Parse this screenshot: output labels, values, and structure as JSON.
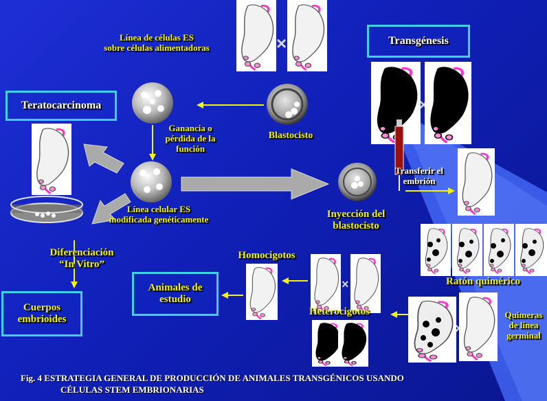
{
  "labels": {
    "feeder": "Línea de células ES\nsobre células alimentadoras",
    "gain_loss": "Ganancia o\npérdida de la\nfunción",
    "blastocyst": "Blastocisto",
    "es_modified": "Línea celular ES\nmodificada genéticamente",
    "transfer": "Transferir el\nembrión",
    "injection": "Inyección del\nblastocisto",
    "differentiation": "Diferenciación\n“In Vitro”",
    "homozygotes": "Homocigotos",
    "heterozygotes": "Heterocigotos",
    "chimeric": "Ratón quimérico",
    "germline": "Quimeras\nde línea\ngerminal"
  },
  "boxes": {
    "teratocarcinoma": "Teratocarcinoma",
    "transgenesis": "Transgénesis",
    "study_animals": "Animales de\nestudio",
    "embryoid_bodies": "Cuerpos\nembrioides"
  },
  "cross_symbol": "×",
  "caption": {
    "line1": "Fig. 4   ESTRATEGIA GENERAL DE PRODUCCIÓN DE ANIMALES TRANSGÉNICOS USANDO",
    "line2": "CÉLULAS STEM EMBRIONARIAS"
  }
}
